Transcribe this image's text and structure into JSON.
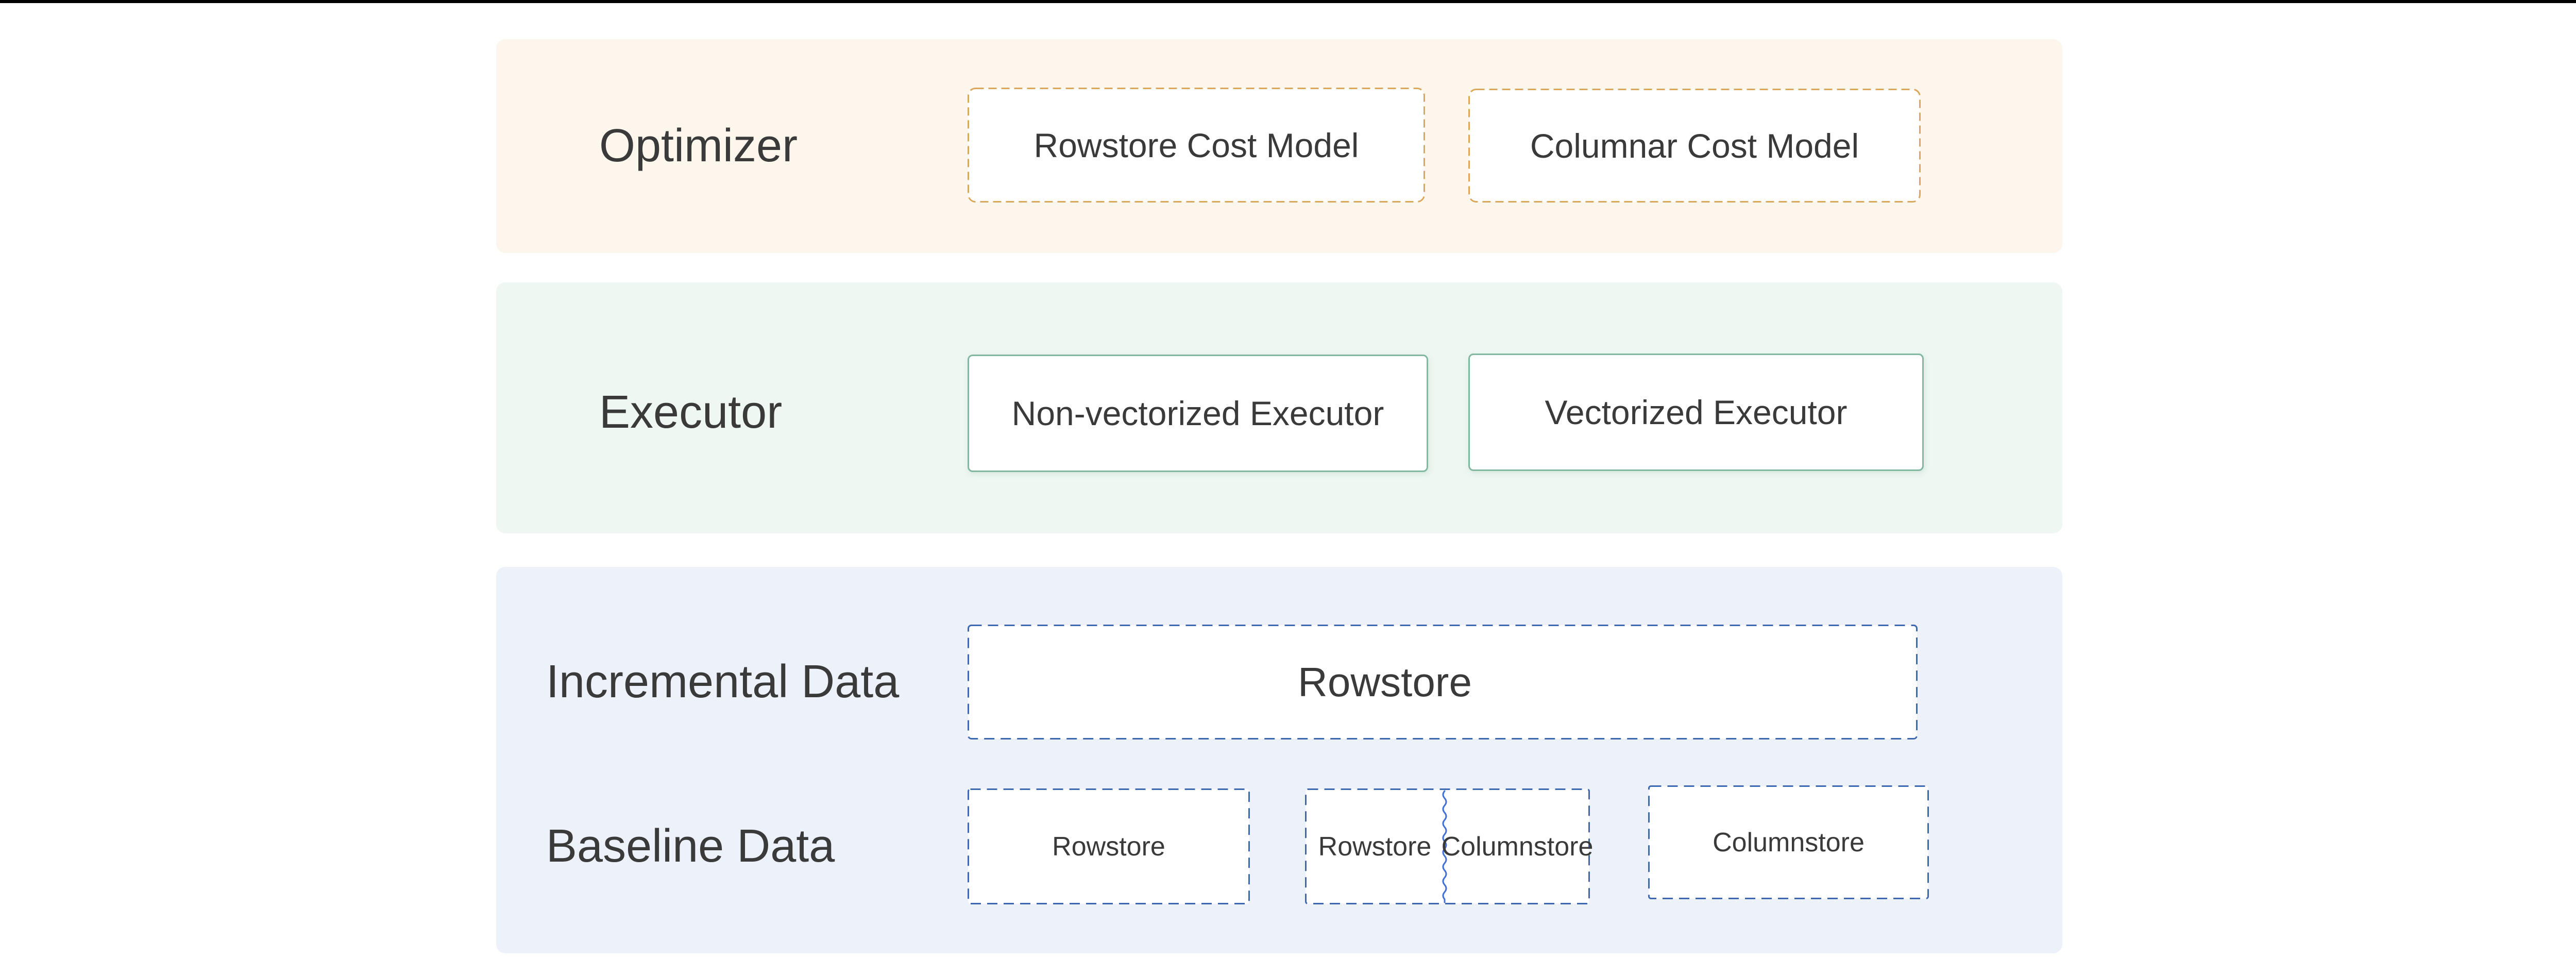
{
  "window": {
    "background": "#ffffff",
    "top_bar_color": "#000000"
  },
  "diagram": {
    "optimizer": {
      "label": "Optimizer",
      "boxes": {
        "rowstore_cost_model": "Rowstore Cost Model",
        "columnar_cost_model": "Columnar Cost Model"
      }
    },
    "executor": {
      "label": "Executor",
      "boxes": {
        "non_vectorized": "Non-vectorized Executor",
        "vectorized": "Vectorized Executor"
      }
    },
    "data_layer": {
      "incremental_label": "Incremental Data",
      "baseline_label": "Baseline Data",
      "boxes": {
        "incremental_rowstore": "Rowstore",
        "baseline_rowstore": "Rowstore",
        "split_rowstore": "Rowstore",
        "split_columnstore": "Columnstore",
        "baseline_columnstore": "Columnstore"
      }
    },
    "colors": {
      "top_bar": "#000000",
      "optimizer_band_bg": "#fdf6ec",
      "executor_band_bg": "#eef7f2",
      "data_band_bg": "#ecf1fa",
      "optimizer_box_border": "#d9a85c",
      "executor_box_border": "#82b7a0",
      "data_box_border": "#3e68b0",
      "split_divider": "#4171d6",
      "box_fill": "#ffffff",
      "text": "#3a3a3a"
    }
  }
}
